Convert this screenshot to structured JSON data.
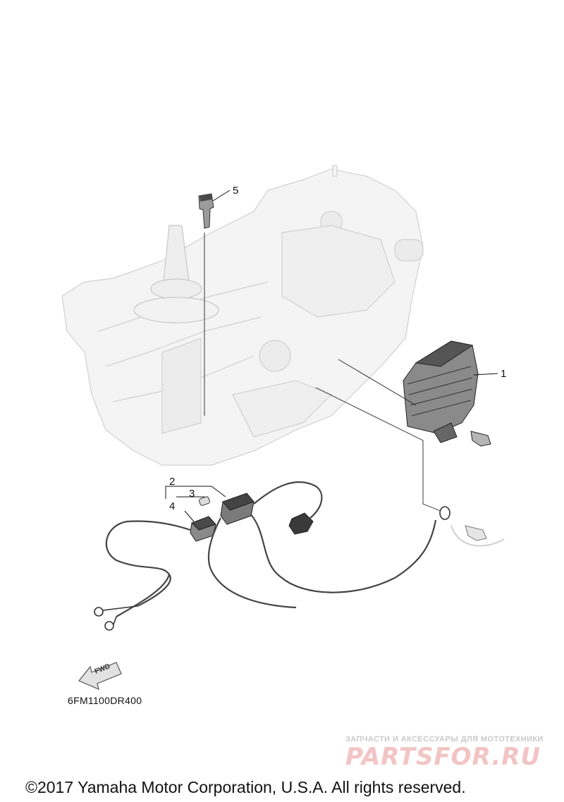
{
  "parts": {
    "callout_1": "1",
    "callout_2": "2",
    "callout_3": "3",
    "callout_4": "4",
    "callout_5": "5"
  },
  "fwd_label": "FWD",
  "diagram_code": "6FM1100DR400",
  "watermark": {
    "tagline": "ЗАПЧАСТИ И АКСЕССУАРЫ ДЛЯ МОТОТЕХНИКИ",
    "logo": "PARTSFOR.RU"
  },
  "copyright": "©2017 Yamaha Motor Corporation, U.S.A. All rights reserved."
}
